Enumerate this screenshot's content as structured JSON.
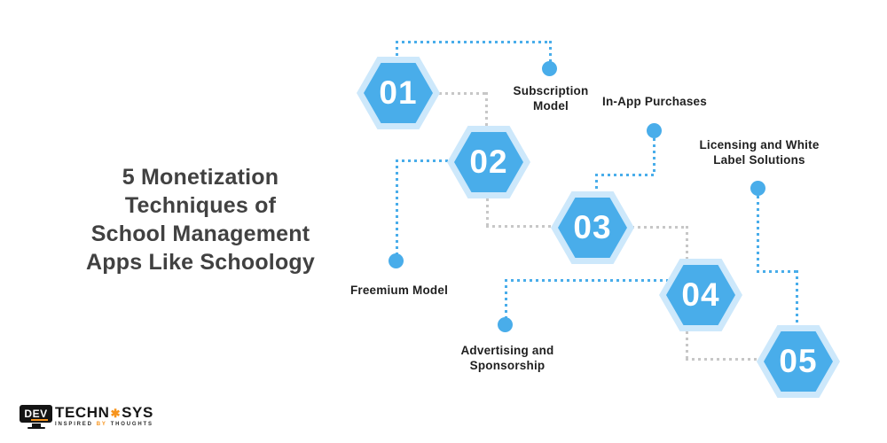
{
  "title": {
    "text": "5 Monetization Techniques of School Management Apps Like Schoology"
  },
  "steps": [
    {
      "number": "01",
      "label": "Subscription Model"
    },
    {
      "number": "02",
      "label": "Freemium Model"
    },
    {
      "number": "03",
      "label": "In-App Purchases"
    },
    {
      "number": "04",
      "label": "Advertising and Sponsorship"
    },
    {
      "number": "05",
      "label": "Licensing and White Label Solutions"
    }
  ],
  "logo": {
    "device_text": "DEV",
    "name_left": "TECHN",
    "gear_glyph": "✱",
    "name_right": "SYS",
    "tagline": [
      "INSPIRED",
      "BY",
      "THOUGHTS"
    ]
  },
  "colors": {
    "hex_fill": "#49ADEA",
    "hex_halo": "#CDE8FB",
    "connector_blue": "#49ADEA",
    "connector_gray": "#C7C7C7",
    "title_text": "#414141",
    "label_text": "#1F1F1F",
    "logo_orange": "#F7941D",
    "logo_black": "#141414"
  }
}
